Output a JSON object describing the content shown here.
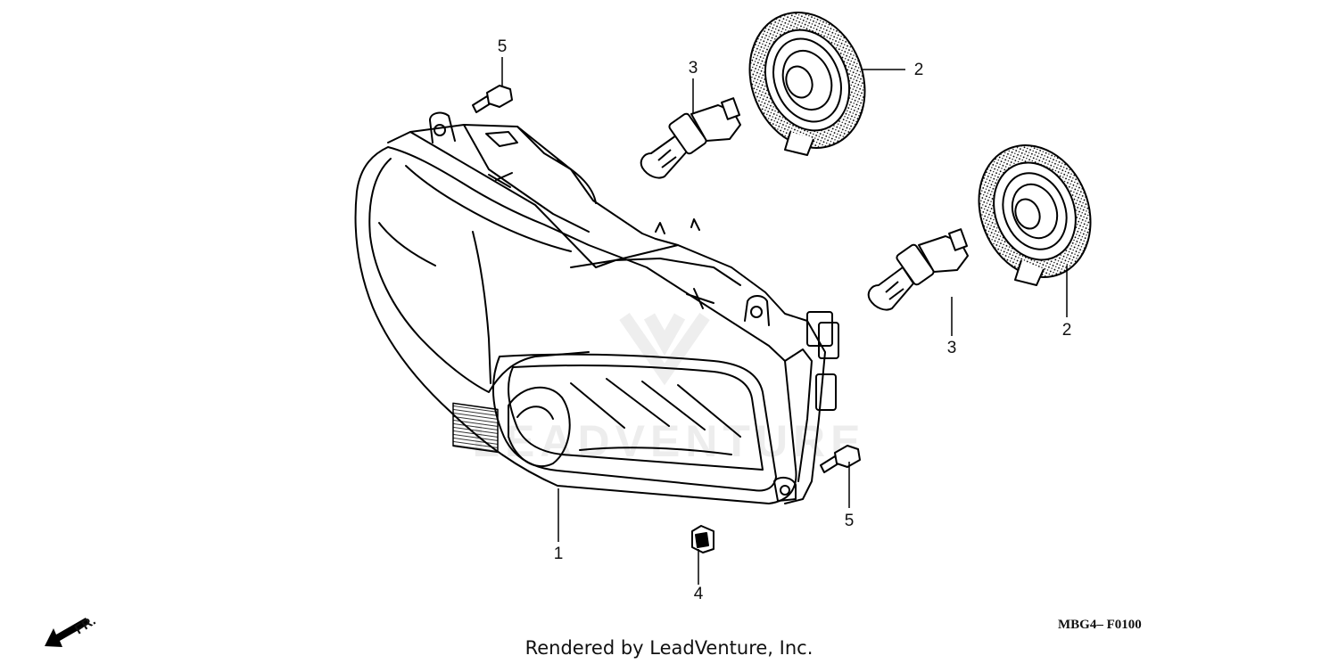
{
  "diagram": {
    "callouts": [
      {
        "id": "c1",
        "label": "1"
      },
      {
        "id": "c2a",
        "label": "2"
      },
      {
        "id": "c2b",
        "label": "2"
      },
      {
        "id": "c3a",
        "label": "3"
      },
      {
        "id": "c3b",
        "label": "3"
      },
      {
        "id": "c4",
        "label": "4"
      },
      {
        "id": "c5a",
        "label": "5"
      },
      {
        "id": "c5b",
        "label": "5"
      }
    ],
    "direction_label": "FR.",
    "diagram_code": "MBG4– F0100",
    "watermark": "LEADVENTURE"
  },
  "footer": {
    "credit": "Rendered by LeadVenture, Inc."
  }
}
